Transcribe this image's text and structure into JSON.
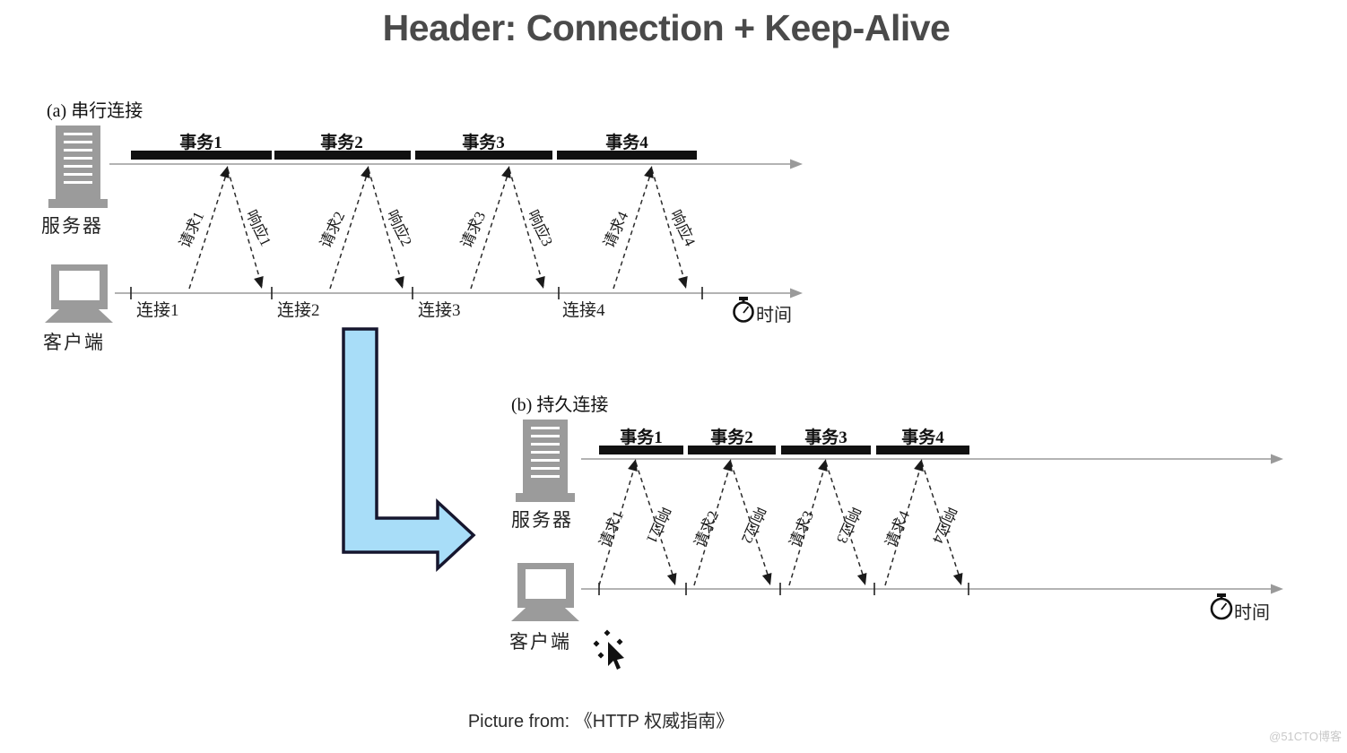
{
  "title": "Header: Connection + Keep-Alive",
  "caption": "Picture from: 《HTTP 权威指南》",
  "watermark": "@51CTO博客",
  "colors": {
    "highlight_arrow_fill": "#a8ddf8",
    "bar_color": "#111111",
    "icon_gray": "#9b9b9b"
  },
  "section_a": {
    "label": "(a) 串行连接",
    "server_label": "服务器",
    "client_label": "客户端",
    "time_label": "时间",
    "transactions": [
      "事务1",
      "事务2",
      "事务3",
      "事务4"
    ],
    "connections": [
      "连接1",
      "连接2",
      "连接3",
      "连接4"
    ],
    "requests": [
      "请求1",
      "请求2",
      "请求3",
      "请求4"
    ],
    "responses": [
      "响应1",
      "响应2",
      "响应3",
      "响应4"
    ]
  },
  "section_b": {
    "label": "(b) 持久连接",
    "server_label": "服务器",
    "client_label": "客户端",
    "time_label": "时间",
    "transactions": [
      "事务1",
      "事务2",
      "事务3",
      "事务4"
    ],
    "requests": [
      "请求1",
      "请求2",
      "请求3",
      "请求4"
    ],
    "responses": [
      "响应1",
      "响应2",
      "响应3",
      "响应4"
    ]
  }
}
